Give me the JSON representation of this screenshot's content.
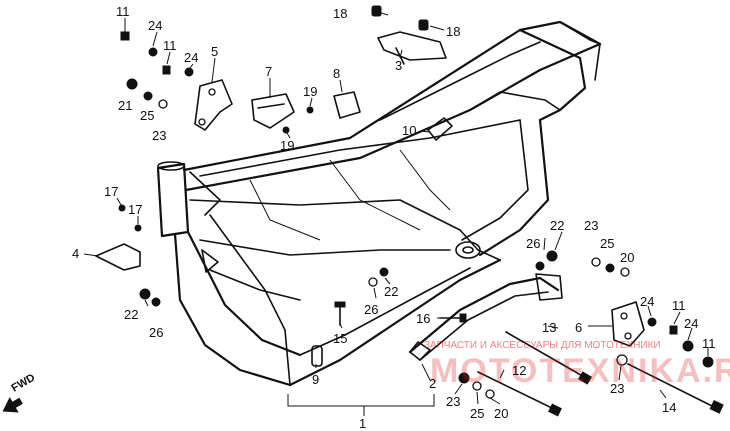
{
  "diagram": {
    "forward_label": "FWD",
    "watermark_text": "MOTOTEXNIKA.RU",
    "watermark_subtitle": "ЗАПЧАСТИ И АКСЕССУАРЫ ДЛЯ МОТОТЕХНИКИ",
    "part_numbers": {
      "p1": "1",
      "p2": "2",
      "p3": "3",
      "p4": "4",
      "p5": "5",
      "p6": "6",
      "p7": "7",
      "p8": "8",
      "p9": "9",
      "p10": "10",
      "p11": "11",
      "p12": "12",
      "p13": "13",
      "p14": "14",
      "p15": "15",
      "p16": "16",
      "p17": "17",
      "p18": "18",
      "p19": "19",
      "p20": "20",
      "p21": "21",
      "p22": "22",
      "p23": "23",
      "p24": "24",
      "p25": "25",
      "p26": "26"
    }
  }
}
